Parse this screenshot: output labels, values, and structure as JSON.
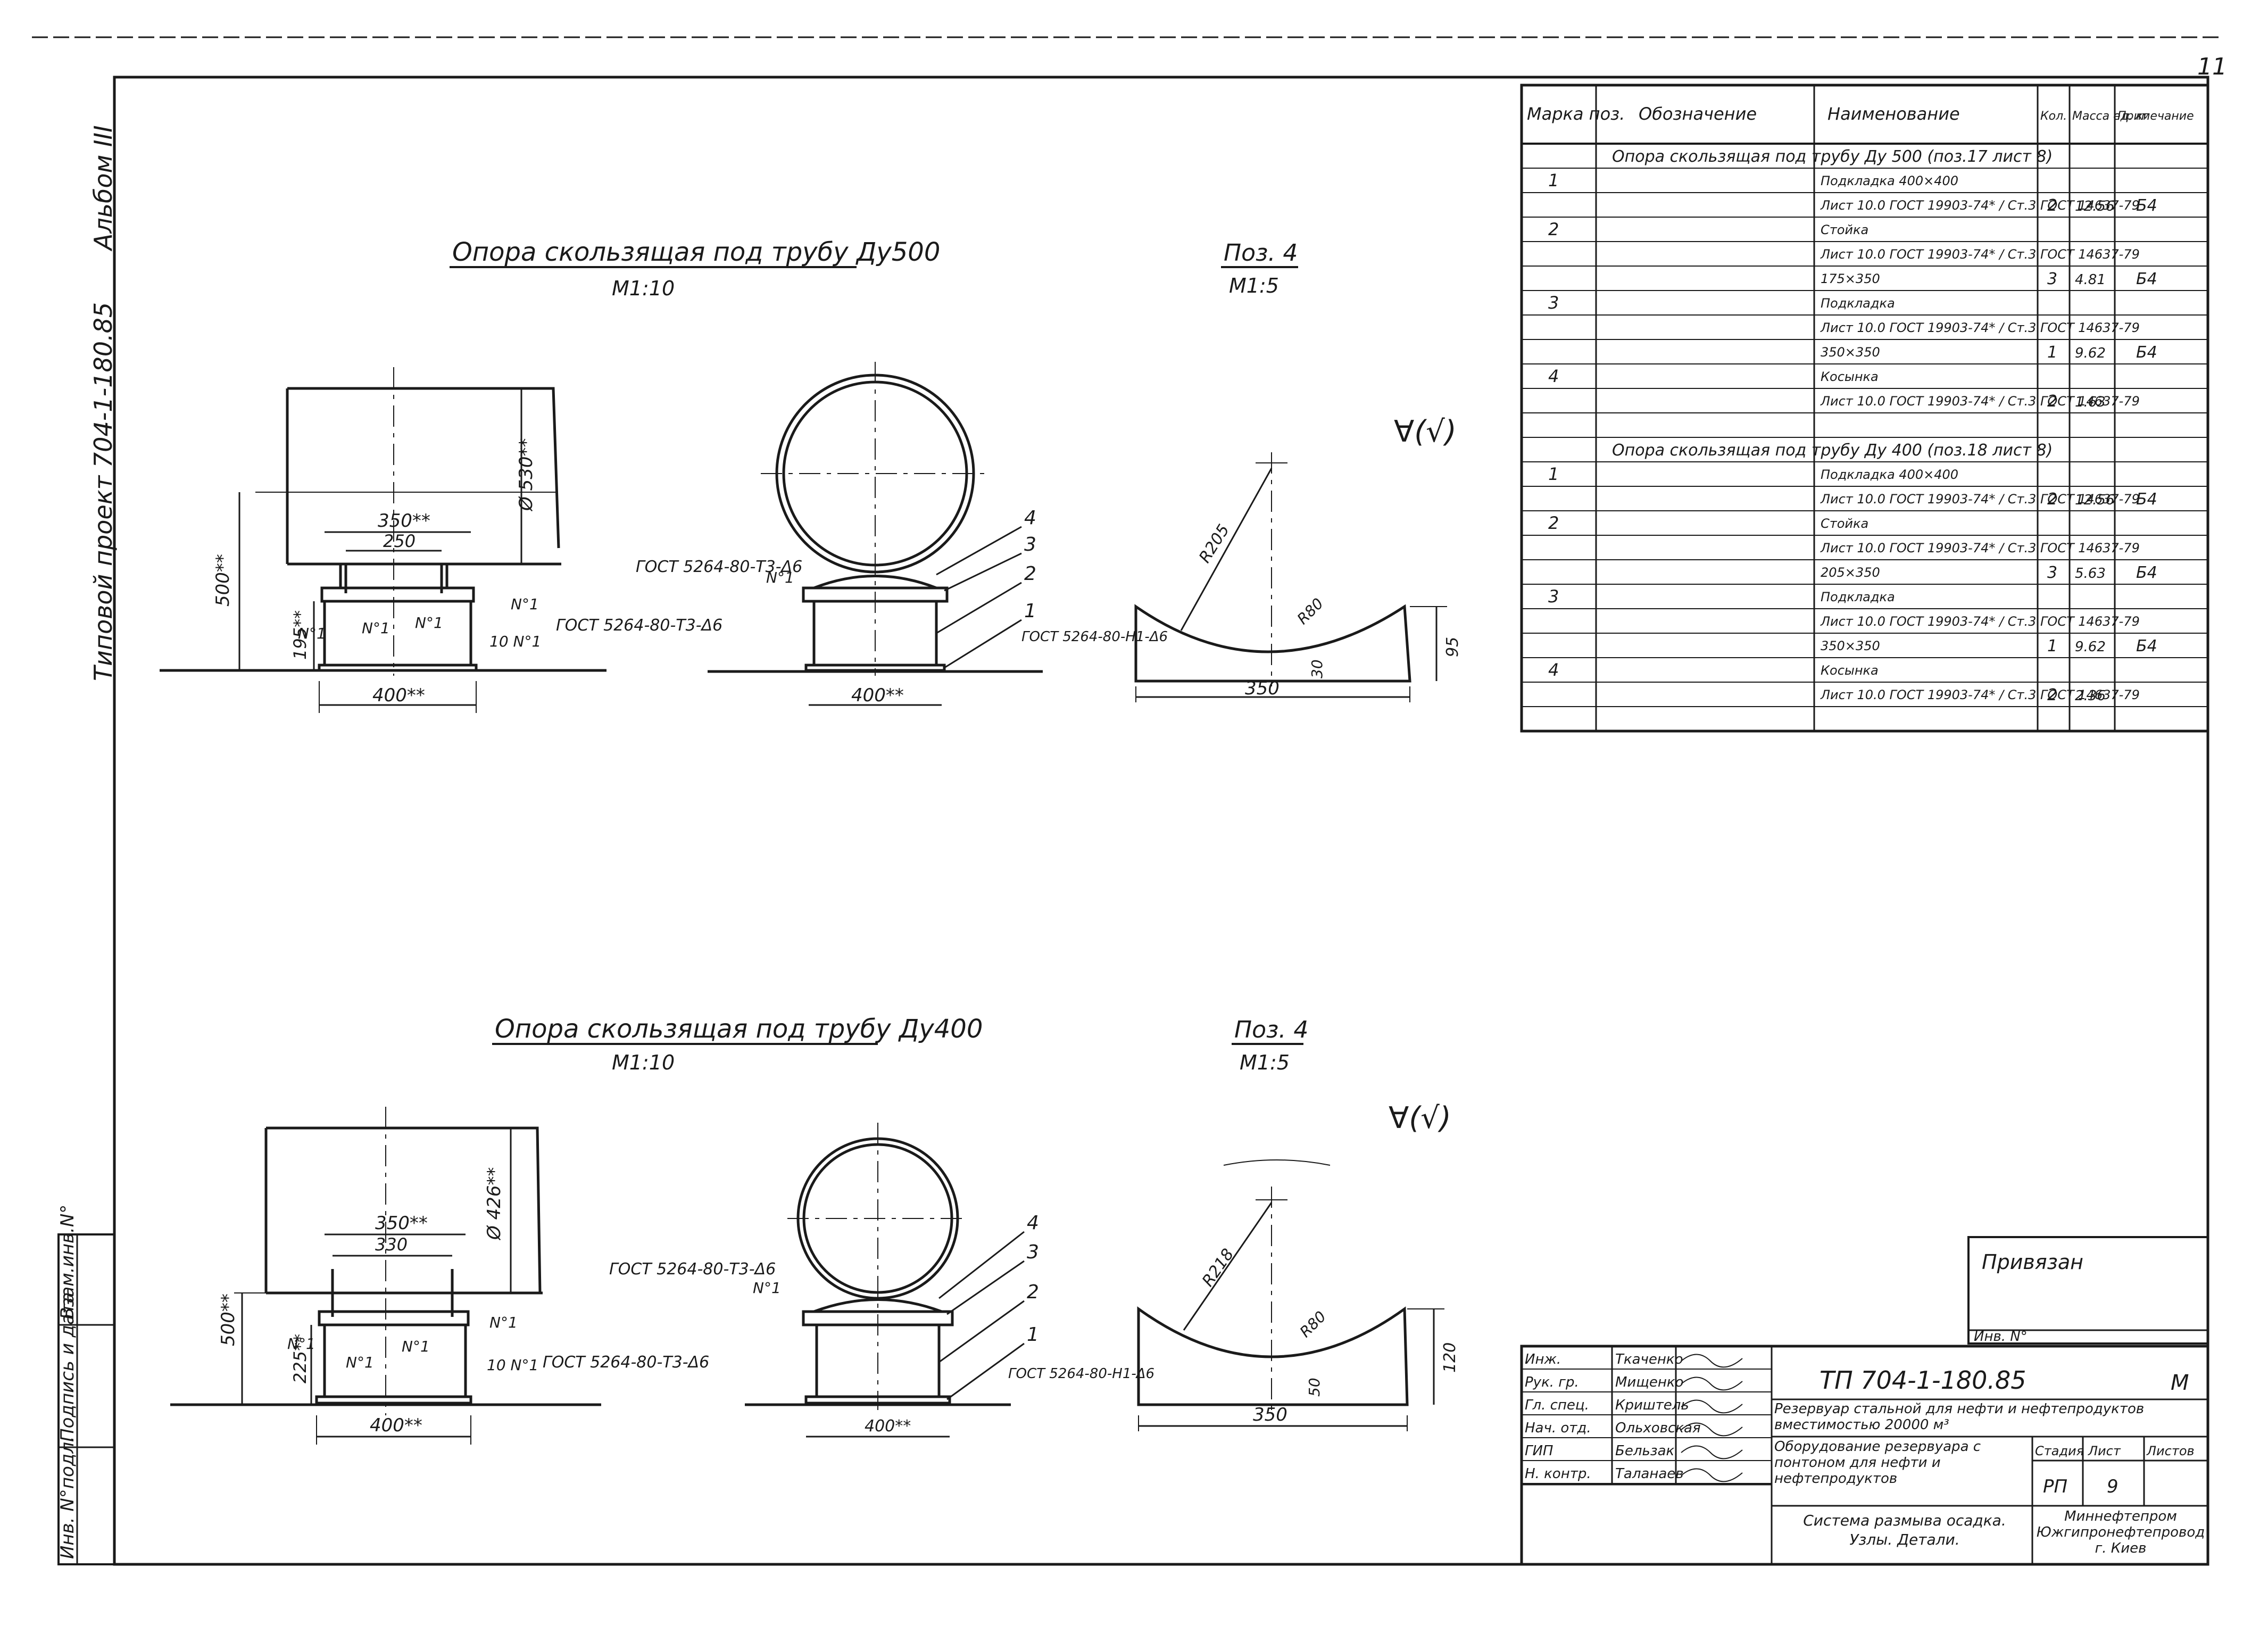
{
  "sheet": {
    "number": "11"
  },
  "side_stamp": {
    "album": "Альбом III",
    "project": "Типовой проект 704-1-180.85",
    "fields": [
      "Инв. N°подл.",
      "Подпись и дата",
      "Взам.инв.N°"
    ]
  },
  "views": {
    "top": {
      "title": "Опора скользящая под трубу Ду500",
      "scale": "М1:10",
      "pos_title": "Поз. 4",
      "pos_scale": "М1:5",
      "dims": {
        "d_pipe": "Ø 530**",
        "h_total": "500**",
        "h_support": "195**",
        "w_top": "350**",
        "w_inner": "250",
        "w_base": "400**",
        "w_base2": "400**",
        "gost_left": "ГОСТ 5264-80-Т3-Δ6",
        "gost_mid": "ГОСТ 5264-80-Т3-Δ6",
        "gost_right": "ГОСТ 5264-80-Н1-Δ6",
        "weld1": "N°1",
        "weld2": "N°1",
        "weld3": "N°1",
        "weld4": "N°1",
        "weld5": "10 N°1",
        "weld6": "N°1",
        "radius": "R205",
        "radius2": "R80",
        "h_sad": "95",
        "h_min": "30",
        "w_sad": "350",
        "roughness": "∀(√)"
      }
    },
    "bottom": {
      "title": "Опора скользящая под трубу Ду400",
      "scale": "М1:10",
      "pos_title": "Поз. 4",
      "pos_scale": "М1:5",
      "dims": {
        "d_pipe": "Ø 426**",
        "h_total": "500**",
        "h_support": "225**",
        "w_top": "350**",
        "w_inner": "330",
        "w_base": "400**",
        "w_base2": "400**",
        "gost_left": "ГОСТ 5264-80-Т3-Δ6",
        "gost_mid": "ГОСТ 5264-80-Т3-Δ6",
        "gost_right": "ГОСТ 5264-80-Н1-Δ6",
        "weld1": "N°1",
        "weld2": "N°1",
        "weld3": "N°1",
        "weld4": "N°1",
        "weld5": "10 N°1",
        "weld6": "N°1",
        "radius": "R218",
        "radius2": "R80",
        "h_sad": "120",
        "h_min": "50",
        "w_sad": "350",
        "roughness": "∀(√)"
      }
    },
    "callouts": [
      "1",
      "2",
      "3",
      "4"
    ]
  },
  "spec": {
    "headers": [
      "Марка поз.",
      "Обозначение",
      "Наименование",
      "Кол.",
      "Масса ед. кг",
      "Примечание"
    ],
    "rows": [
      {
        "mark": "",
        "name": "Опора скользящая под трубу Ду 500 (поз.17 лист 8)",
        "qty": "",
        "mass": "",
        "note": "",
        "section": true
      },
      {
        "mark": "1",
        "name": "Подкладка 400×400",
        "qty": "",
        "mass": "",
        "note": ""
      },
      {
        "mark": "",
        "name": "Лист 10.0 ГОСТ 19903-74* / Ст.3 ГОСТ 14637-79",
        "qty": "2",
        "mass": "12.56",
        "note": "Б4"
      },
      {
        "mark": "2",
        "name": "Стойка",
        "qty": "",
        "mass": "",
        "note": ""
      },
      {
        "mark": "",
        "name": "Лист 10.0 ГОСТ 19903-74* / Ст.3 ГОСТ 14637-79",
        "qty": "",
        "mass": "",
        "note": ""
      },
      {
        "mark": "",
        "name": "175×350",
        "qty": "3",
        "mass": "4.81",
        "note": "Б4"
      },
      {
        "mark": "3",
        "name": "Подкладка",
        "qty": "",
        "mass": "",
        "note": ""
      },
      {
        "mark": "",
        "name": "Лист 10.0 ГОСТ 19903-74* / Ст.3 ГОСТ 14637-79",
        "qty": "",
        "mass": "",
        "note": ""
      },
      {
        "mark": "",
        "name": "350×350",
        "qty": "1",
        "mass": "9.62",
        "note": "Б4"
      },
      {
        "mark": "4",
        "name": "Косынка",
        "qty": "",
        "mass": "",
        "note": ""
      },
      {
        "mark": "",
        "name": "Лист 10.0 ГОСТ 19903-74* / Ст.3 ГОСТ 14637-79",
        "qty": "2",
        "mass": "1.63",
        "note": ""
      },
      {
        "mark": "",
        "name": "",
        "qty": "",
        "mass": "",
        "note": ""
      },
      {
        "mark": "",
        "name": "Опора скользящая под трубу Ду 400 (поз.18 лист 8)",
        "qty": "",
        "mass": "",
        "note": "",
        "section": true
      },
      {
        "mark": "1",
        "name": "Подкладка 400×400",
        "qty": "",
        "mass": "",
        "note": ""
      },
      {
        "mark": "",
        "name": "Лист 10.0 ГОСТ 19903-74* / Ст.3 ГОСТ 14637-79",
        "qty": "2",
        "mass": "12.56",
        "note": "Б4"
      },
      {
        "mark": "2",
        "name": "Стойка",
        "qty": "",
        "mass": "",
        "note": ""
      },
      {
        "mark": "",
        "name": "Лист 10.0 ГОСТ 19903-74* / Ст.3 ГОСТ 14637-79",
        "qty": "",
        "mass": "",
        "note": ""
      },
      {
        "mark": "",
        "name": "205×350",
        "qty": "3",
        "mass": "5.63",
        "note": "Б4"
      },
      {
        "mark": "3",
        "name": "Подкладка",
        "qty": "",
        "mass": "",
        "note": ""
      },
      {
        "mark": "",
        "name": "Лист 10.0 ГОСТ 19903-74* / Ст.3 ГОСТ 14637-79",
        "qty": "",
        "mass": "",
        "note": ""
      },
      {
        "mark": "",
        "name": "350×350",
        "qty": "1",
        "mass": "9.62",
        "note": "Б4"
      },
      {
        "mark": "4",
        "name": "Косынка",
        "qty": "",
        "mass": "",
        "note": ""
      },
      {
        "mark": "",
        "name": "Лист 10.0 ГОСТ 19903-74* / Ст.3 ГОСТ 14637-79",
        "qty": "2",
        "mass": "2.36",
        "note": ""
      },
      {
        "mark": "",
        "name": "",
        "qty": "",
        "mass": "",
        "note": ""
      }
    ]
  },
  "binding": {
    "label": "Привязан",
    "inv": "Инв. N°"
  },
  "title_block": {
    "people": [
      {
        "role": "Инж.",
        "name": "Ткаченко"
      },
      {
        "role": "Рук. гр.",
        "name": "Мищенко"
      },
      {
        "role": "Гл. спец.",
        "name": "Криштель"
      },
      {
        "role": "Нач. отд.",
        "name": "Ольховская"
      },
      {
        "role": "ГИП",
        "name": "Бельзак"
      },
      {
        "role": "Н. контр.",
        "name": "Таланаев"
      }
    ],
    "code": "ТП 704-1-180.85",
    "mark": "М",
    "object": "Резервуар стальной для нефти и нефтепродуктов вместимостью 20000 м³",
    "subject": "Оборудование резервуара с понтоном для нефти и нефтепродуктов",
    "drawing": "Система размыва осадка. Узлы. Детали.",
    "stage_label": "Стадия",
    "sheet_label": "Лист",
    "sheets_label": "Листов",
    "stage": "РП",
    "sheet": "9",
    "org": "Миннефтепром Южгипронефтепровод г. Киев"
  }
}
